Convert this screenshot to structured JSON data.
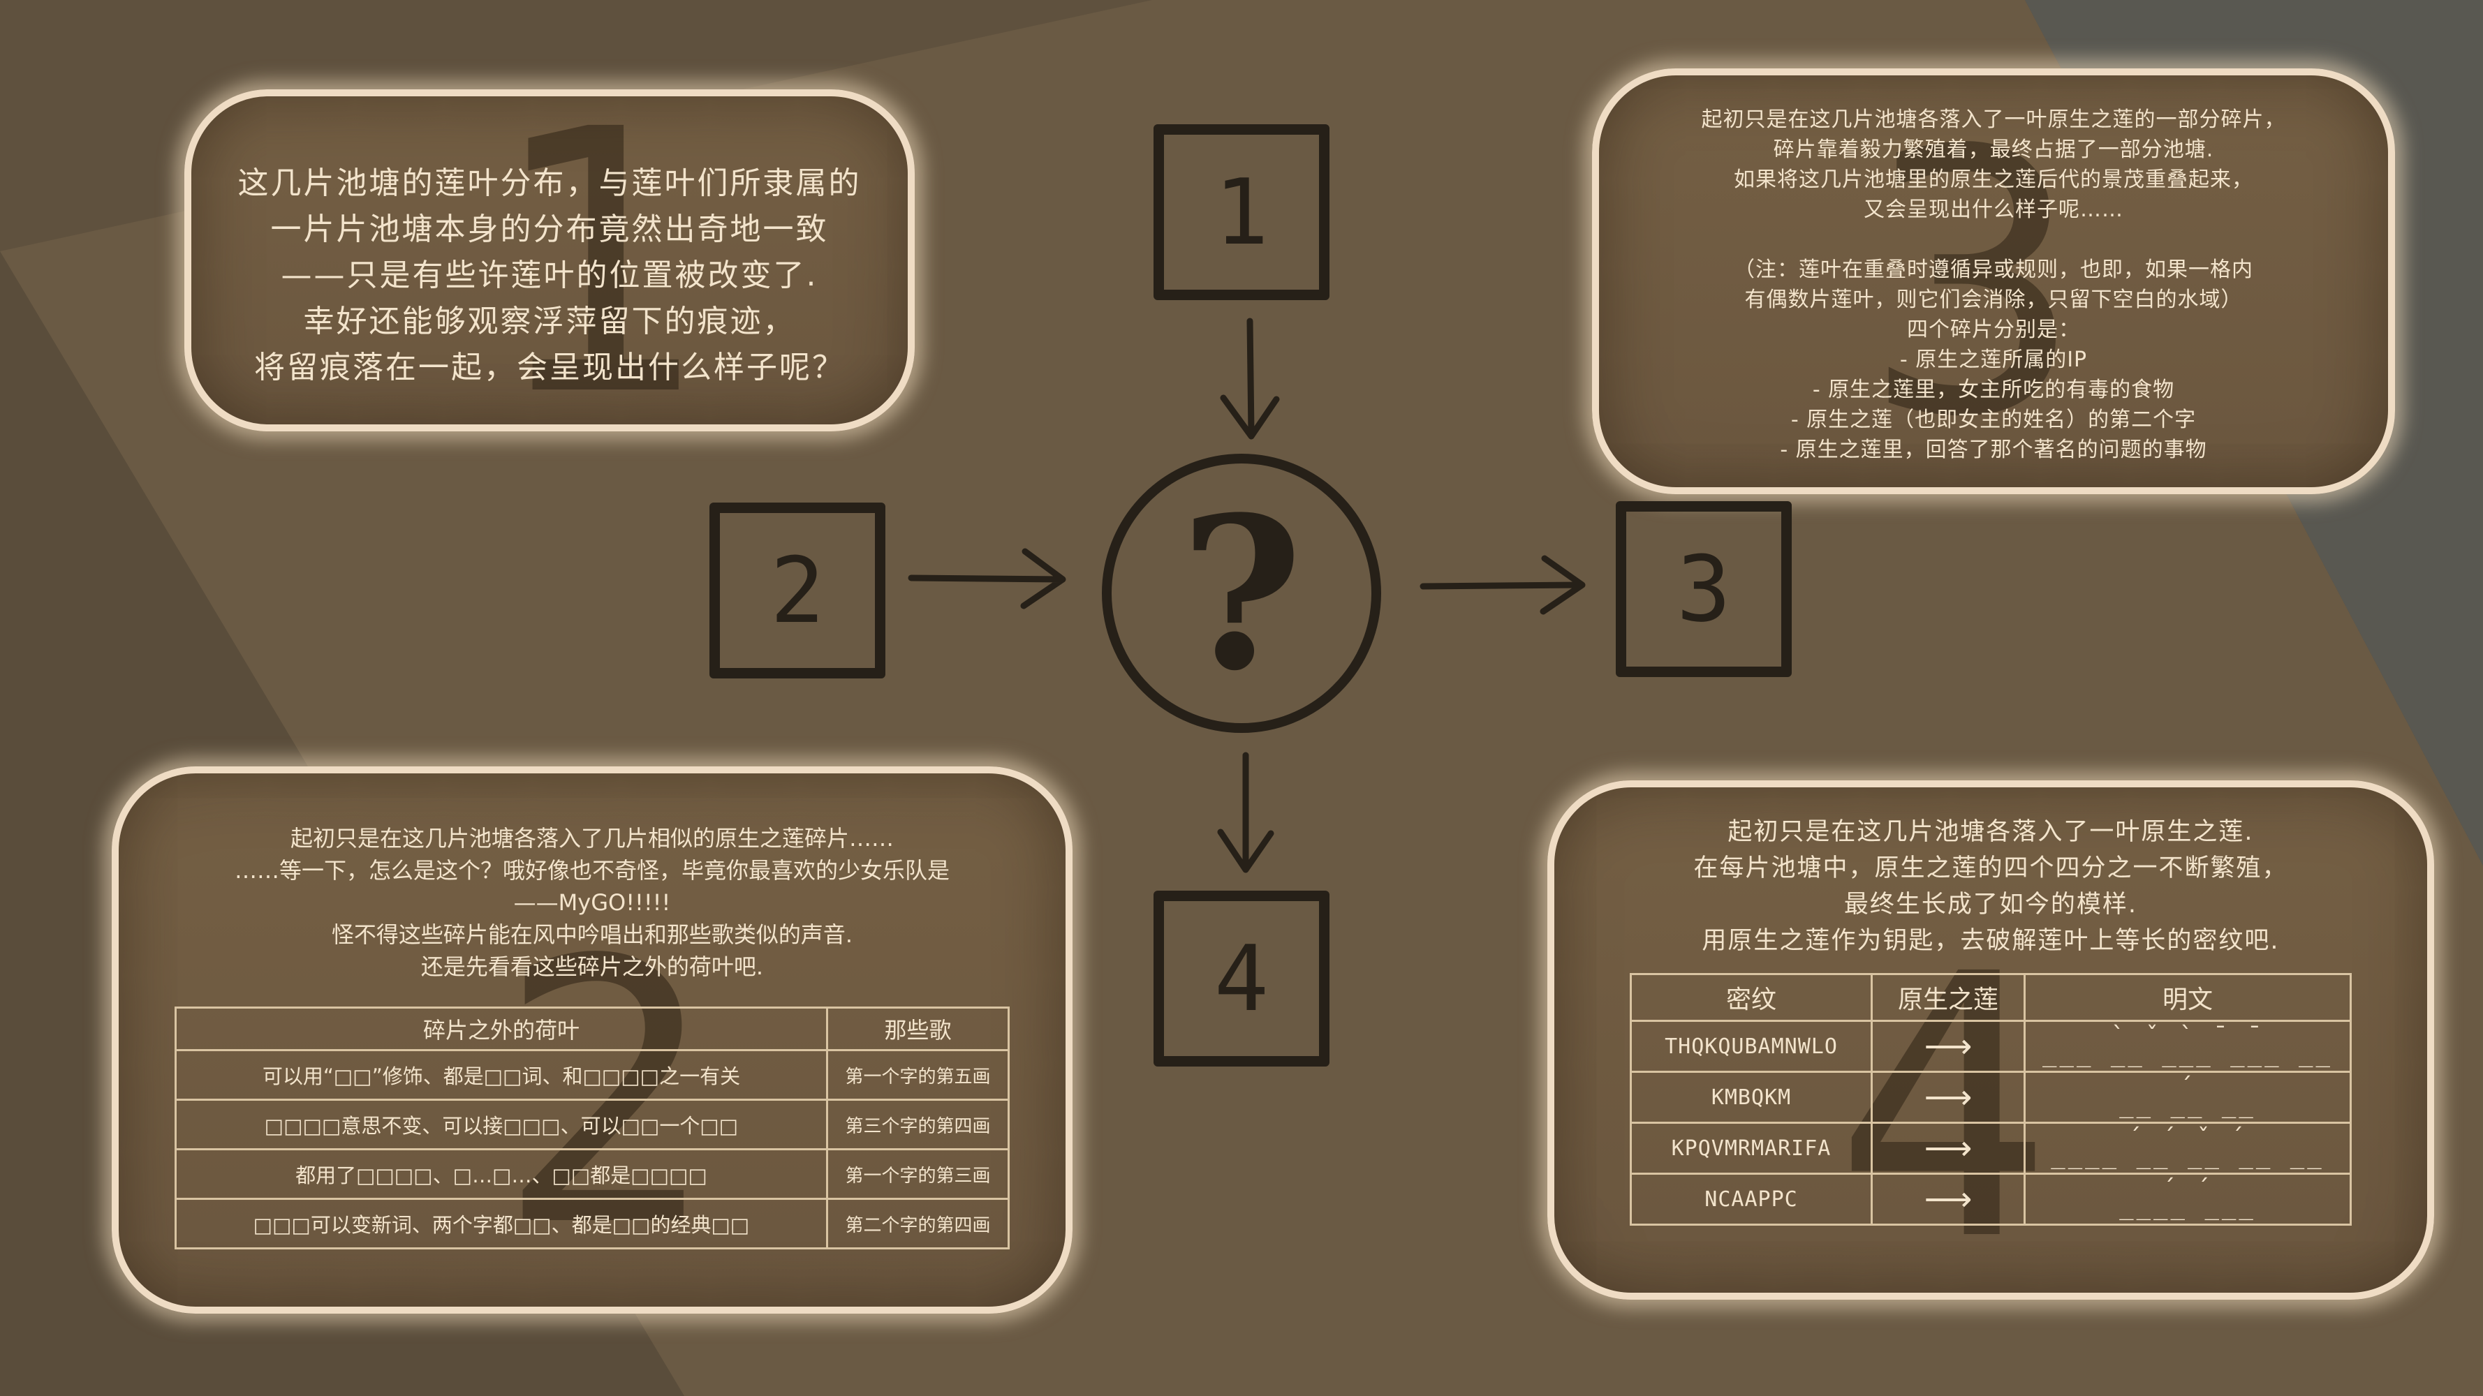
{
  "colors": {
    "background_dark": "#4a4234",
    "background_mid": "#6a5a44",
    "background_light": "#7a6850",
    "card_fill": "#6e5a40",
    "card_border": "#efdcc4",
    "ink": "#262018",
    "text": "#f3e4cc"
  },
  "diagram": {
    "box1": "1",
    "box2": "2",
    "box3": "3",
    "box4": "4",
    "center_symbol": "?"
  },
  "card1": {
    "watermark": "1",
    "lines": [
      "这几片池塘的莲叶分布，与莲叶们所隶属的",
      "一片片池塘本身的分布竟然出奇地一致",
      "——只是有些许莲叶的位置被改变了.",
      "幸好还能够观察浮萍留下的痕迹，",
      "将留痕落在一起，会呈现出什么样子呢？"
    ]
  },
  "card2": {
    "watermark": "3",
    "lines": [
      "起初只是在这几片池塘各落入了一叶原生之莲的一部分碎片，",
      "碎片靠着毅力繁殖着，最终占据了一部分池塘.",
      "如果将这几片池塘里的原生之莲后代的景茂重叠起来，",
      "又会呈现出什么样子呢……",
      "",
      "（注：莲叶在重叠时遵循异或规则，也即，如果一格内",
      "有偶数片莲叶，则它们会消除，只留下空白的水域）",
      "四个碎片分别是：",
      "- 原生之莲所属的IP",
      "- 原生之莲里，女主所吃的有毒的食物",
      "- 原生之莲（也即女主的姓名）的第二个字",
      "- 原生之莲里，回答了那个著名的问题的事物"
    ]
  },
  "card3": {
    "watermark": "2",
    "lines": [
      "起初只是在这几片池塘各落入了几片相似的原生之莲碎片……",
      "……等一下，怎么是这个？哦好像也不奇怪，毕竟你最喜欢的少女乐队是",
      "——MyGO!!!!!",
      "怪不得这些碎片能在风中吟唱出和那些歌类似的声音.",
      "还是先看看这些碎片之外的荷叶吧."
    ],
    "table": {
      "headers": [
        "碎片之外的荷叶",
        "那些歌"
      ],
      "rows": [
        [
          "可以用“□□”修饰、都是□□词、和□□□□之一有关",
          "第一个字的第五画"
        ],
        [
          "□□□□意思不变、可以接□□□、可以□□一个□□",
          "第三个字的第四画"
        ],
        [
          "都用了□□□□、□…□…、□□都是□□□□",
          "第一个字的第三画"
        ],
        [
          "□□□可以变新词、两个字都□□、都是□□的经典□□",
          "第二个字的第四画"
        ]
      ]
    }
  },
  "card4": {
    "watermark": "4",
    "lines": [
      "起初只是在这几片池塘各落入了一叶原生之莲.",
      "在每片池塘中，原生之莲的四个四分之一不断繁殖，",
      "最终生长成了如今的模样.",
      "用原生之莲作为钥匙，去破解莲叶上等长的密纹吧."
    ],
    "table": {
      "headers": [
        "密纹",
        "原生之莲",
        "明文"
      ],
      "rows": [
        {
          "cipher": "THQKQUBAMNWLO",
          "arrow": "⟶",
          "marks": "`  ˇ  `   ¯  ¯",
          "blanks": "___ __ ___ ___ __"
        },
        {
          "cipher": "KMBQKM",
          "arrow": "⟶",
          "marks": "´",
          "blanks": "__ __ __"
        },
        {
          "cipher": "KPQVMRMARIFA",
          "arrow": "⟶",
          "marks": "´   ´  ˇ  ´",
          "blanks": "____ __ __ __ __"
        },
        {
          "cipher": "NCAAPPC",
          "arrow": "⟶",
          "marks": "´     ´",
          "blanks": "____ ___"
        }
      ]
    }
  }
}
